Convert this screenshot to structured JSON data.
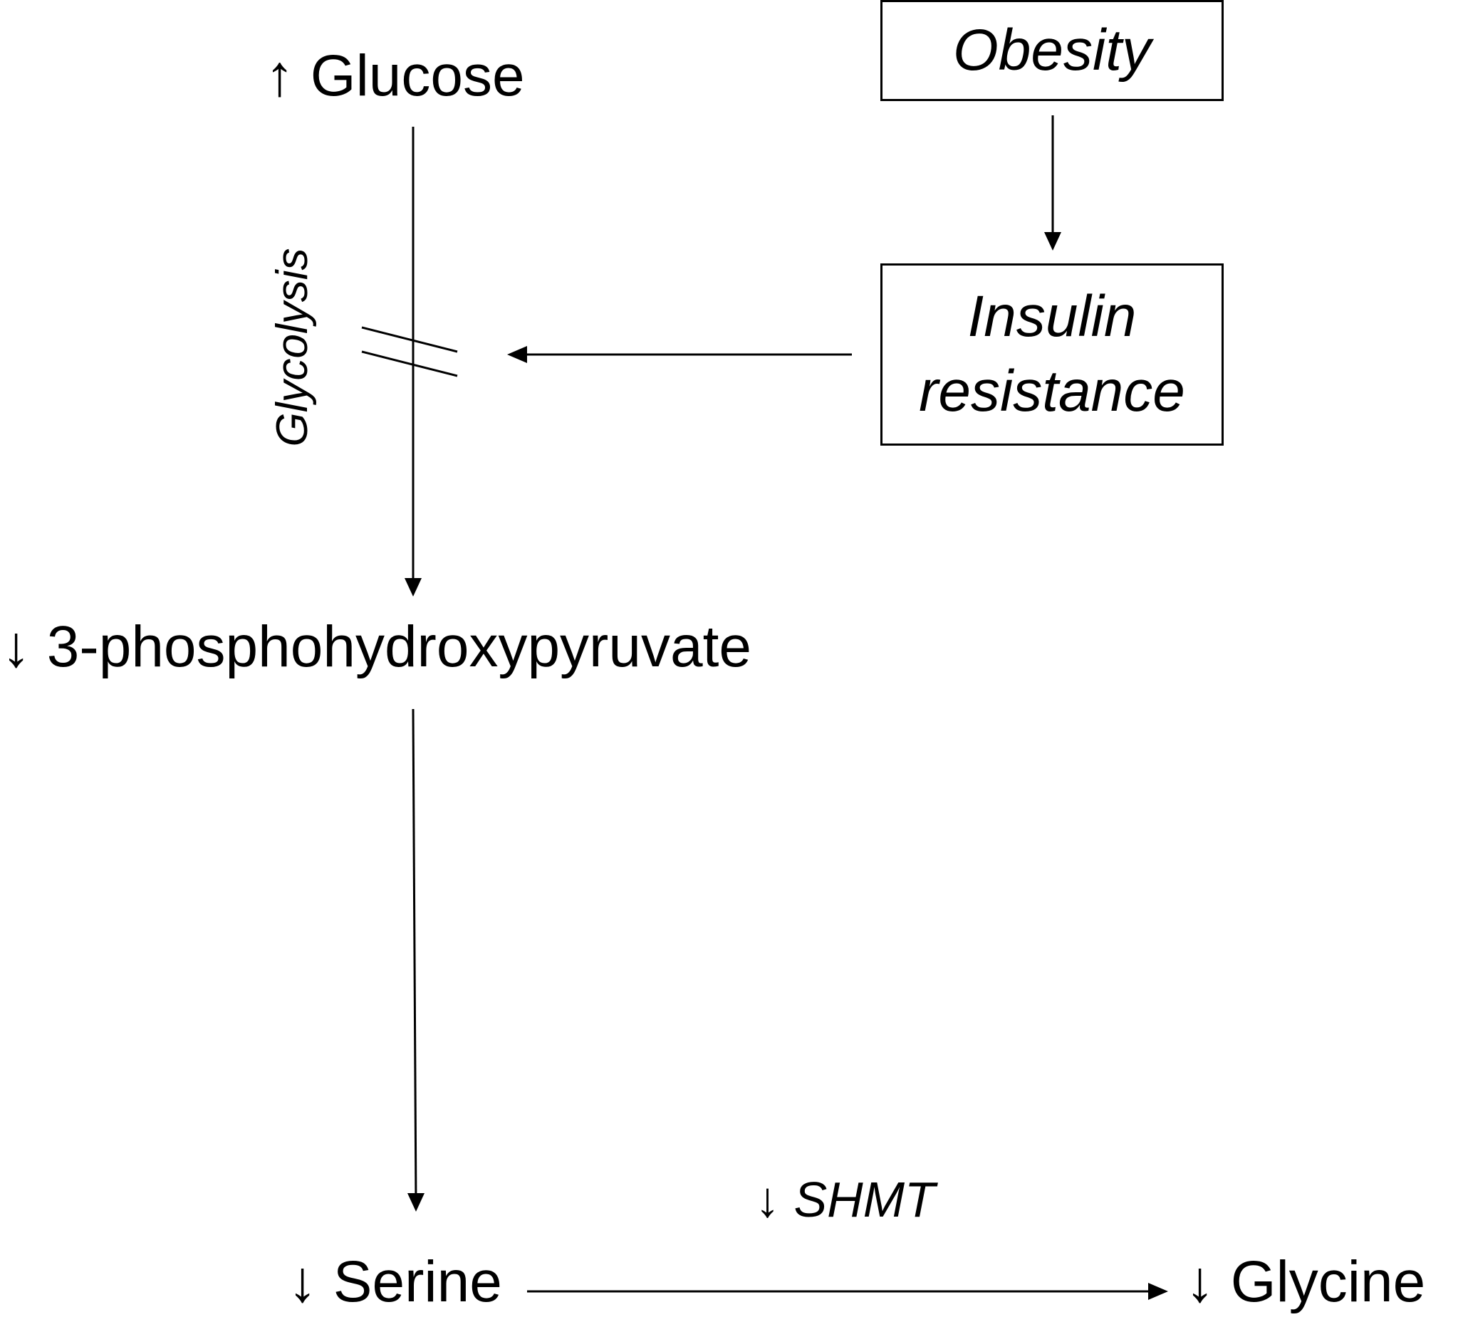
{
  "nodes": {
    "glucose": {
      "arrow": "↑",
      "label": "Glucose"
    },
    "phosphohydroxypyruvate": {
      "arrow": "↓",
      "label": "3-phosphohydroxypyruvate"
    },
    "serine": {
      "arrow": "↓",
      "label": "Serine"
    },
    "glycine": {
      "arrow": "↓",
      "label": "Glycine"
    }
  },
  "boxes": {
    "obesity": "Obesity",
    "insulin_line1": "Insulin",
    "insulin_line2": "resistance"
  },
  "pathway_labels": {
    "glycolysis": "Glycolysis",
    "enzyme_arrow": "↓",
    "enzyme": "SHMT"
  }
}
